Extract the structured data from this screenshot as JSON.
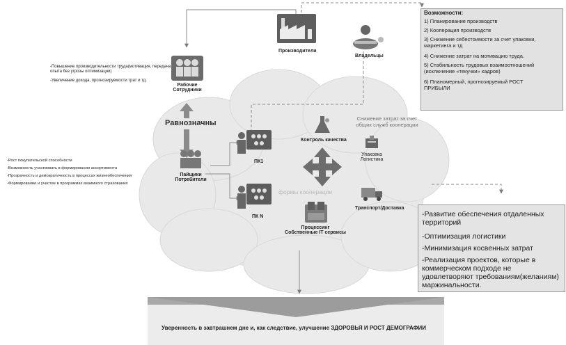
{
  "owners_opportunities": {
    "title": "Возможности:",
    "items": [
      "1) Планирование производств",
      "2) Кооперация производств",
      "3) Снижение себестоимости за счет упаковки, маркетинга и тд",
      "4) Снижение затрат на мотивацию труда.",
      "5) Стабильность трудовых взаимоотношений (исключение «текучки» кадров)",
      "6) Планомерный, прогнозируемый РОСТ ПРИБЫЛИ"
    ]
  },
  "workers_benefits": [
    "-Повышение производительности труда(мотивация, передача опыта без угрозы оптимизации)",
    "-Увеличение дохода, прогнозируемости трат и тд."
  ],
  "consumers_benefits": [
    "-Рост покупательской способности",
    "-Возможность участвовать в формировании ассортимента",
    "-Прозрачность и демократичность в процессах жизнеобеспечения",
    "-Формирование и участие в программах взаимного страхования"
  ],
  "regional_benefits": [
    "-Развитие обеспечения отдаленных территорий",
    "-Оптимизация логистики",
    "-Минимизация косвенных затрат",
    "-Реализация проектов, которые в коммерческом подходе не удовлетворяют требованиям(желаниям) маржинальности."
  ],
  "nodes": {
    "producers": "Производители",
    "owners": "Владельцы",
    "workers": "Рабочие Сотрудники",
    "shareholders": "Пайщики Потребители",
    "pk1": "ПК1",
    "pkn": "ПК N",
    "quality": "Контроль качества",
    "packaging": "Упаковка Логистика",
    "transport": "Транспорт/Доставка",
    "processing": "Процессинг Собственные IT сервисы"
  },
  "equal_label": "Равнозначны",
  "cost_reduction": "Снижение затрат за счет общих служб кооперации",
  "coop_forms": "формы кооперации",
  "bottom_banner": "Уверенность в завтрашнем дне и, как следствие, улучшение ЗДОРОВЬЯ И РОСТ ДЕМОГРАФИИ"
}
